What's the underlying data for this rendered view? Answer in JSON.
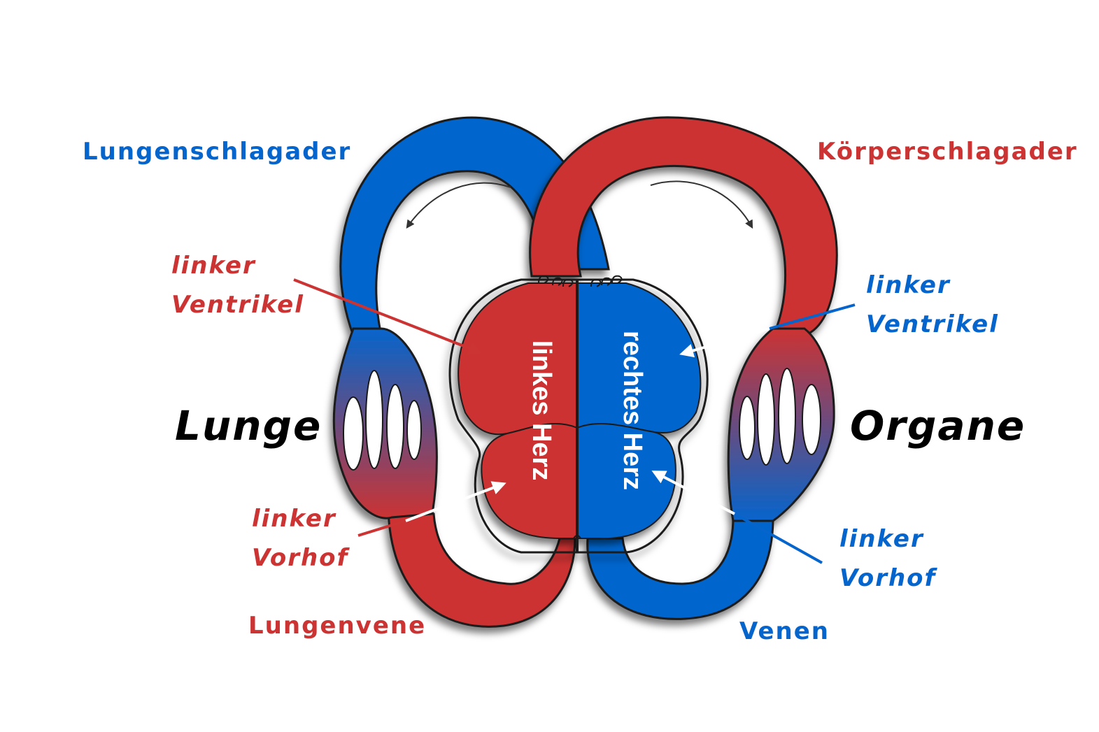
{
  "colors": {
    "arterial_red": "#cc3333",
    "venous_blue": "#0565cc",
    "outline": "#1a1a1a",
    "text_on_heart": "#ffffff",
    "organ_label": "#000000"
  },
  "labels": {
    "lungenschlagader": "Lungenschlagader",
    "koerperschlagader": "Körperschlagader",
    "lungenvene": "Lungenvene",
    "venen": "Venen",
    "lunge": "Lunge",
    "organe": "Organe",
    "left_ventricle_line1": "linker",
    "left_ventricle_line2": "Ventrikel",
    "left_atrium_line1": "linker",
    "left_atrium_line2": "Vorhof",
    "right_ventricle_line1": "linker",
    "right_ventricle_line2": "Ventrikel",
    "right_atrium_line1": "linker",
    "right_atrium_line2": "Vorhof",
    "left_heart": "linkes Herz",
    "right_heart": "rechtes Herz"
  }
}
